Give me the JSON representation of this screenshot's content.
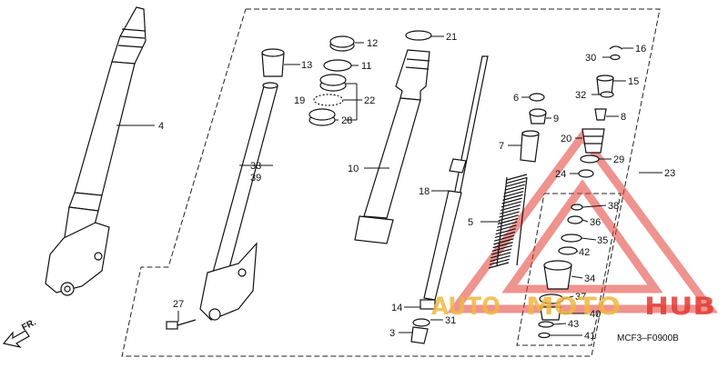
{
  "diagram": {
    "code": "MCF3–F0900B",
    "direction_label": "FR.",
    "labels": {
      "p3": "3",
      "p4": "4",
      "p5": "5",
      "p6": "6",
      "p7": "7",
      "p8": "8",
      "p9": "9",
      "p10": "10",
      "p11": "11",
      "p12": "12",
      "p13": "13",
      "p14": "14",
      "p15": "15",
      "p16": "16",
      "p18": "18",
      "p19": "19",
      "p20": "20",
      "p21": "21",
      "p22": "22",
      "p23": "23",
      "p24": "24",
      "p27": "27",
      "p28": "28",
      "p29": "29",
      "p30": "30",
      "p31": "31",
      "p32": "32",
      "p33": "33",
      "p34": "34",
      "p35": "35",
      "p36": "36",
      "p37": "37",
      "p38": "38",
      "p39": "39",
      "p40": "40",
      "p41": "41",
      "p42": "42",
      "p43": "43"
    }
  },
  "watermark": {
    "part1": "AUTO",
    "part2": "MOTO",
    "part3": "HUB",
    "colors": {
      "gold": "#f0b840",
      "red": "#e23c35"
    }
  }
}
